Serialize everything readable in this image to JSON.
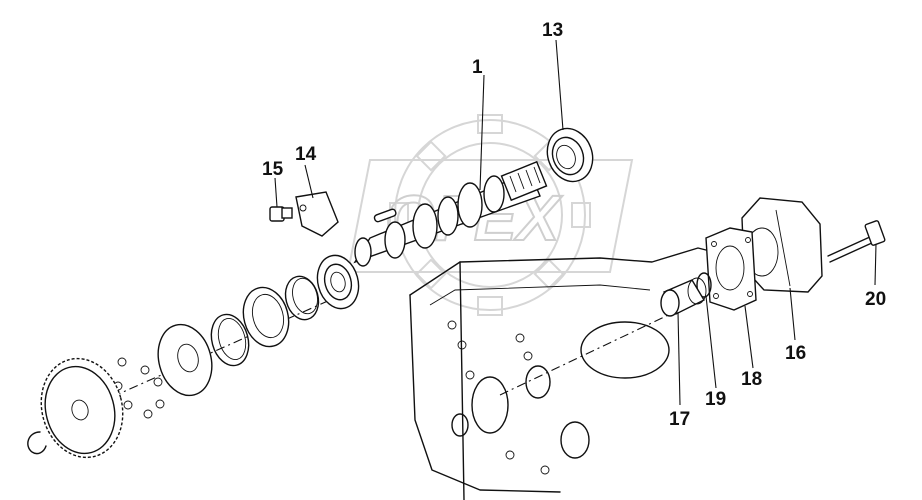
{
  "watermark": {
    "text": "OFEX"
  },
  "callouts": [
    {
      "id": "1",
      "label": "1"
    },
    {
      "id": "13",
      "label": "13"
    },
    {
      "id": "14",
      "label": "14"
    },
    {
      "id": "15",
      "label": "15"
    },
    {
      "id": "16",
      "label": "16"
    },
    {
      "id": "17",
      "label": "17"
    },
    {
      "id": "18",
      "label": "18"
    },
    {
      "id": "19",
      "label": "19"
    },
    {
      "id": "20",
      "label": "20"
    }
  ]
}
